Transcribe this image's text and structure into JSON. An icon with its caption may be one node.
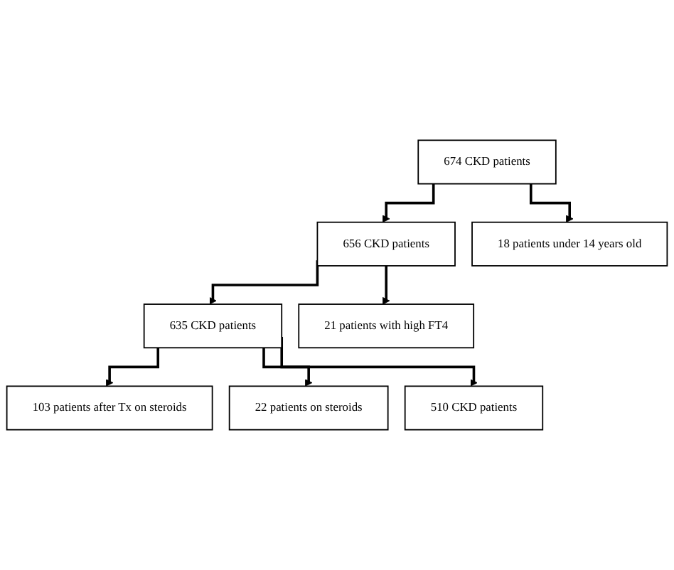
{
  "diagram": {
    "nodes": [
      {
        "text": [
          "674 CKD patients"
        ]
      },
      {
        "text": [
          "18 patients under 14 years old"
        ]
      },
      {
        "text": [
          "656 CKD patients"
        ]
      },
      {
        "text": [
          "21 patients with high FT4"
        ]
      },
      {
        "text": [
          "635 CKD patients"
        ]
      },
      {
        "text": [
          "103 patients after Tx on steroids"
        ]
      },
      {
        "text": [
          "22 patients on steroids"
        ]
      },
      {
        "text": [
          "510 CKD patients"
        ]
      }
    ],
    "edges": [
      {
        "from": 0,
        "to": 1,
        "arrow": "to"
      },
      {
        "from": 0,
        "to": 2,
        "arrow": "to"
      },
      {
        "from": 2,
        "to": 3,
        "arrow": "to"
      },
      {
        "from": 2,
        "to": 4,
        "arrow": "to"
      },
      {
        "from": 4,
        "to": 5,
        "arrow": "to"
      },
      {
        "from": 4,
        "to": 6,
        "arrow": "to"
      },
      {
        "from": 4,
        "to": 7,
        "arrow": "to"
      }
    ]
  }
}
